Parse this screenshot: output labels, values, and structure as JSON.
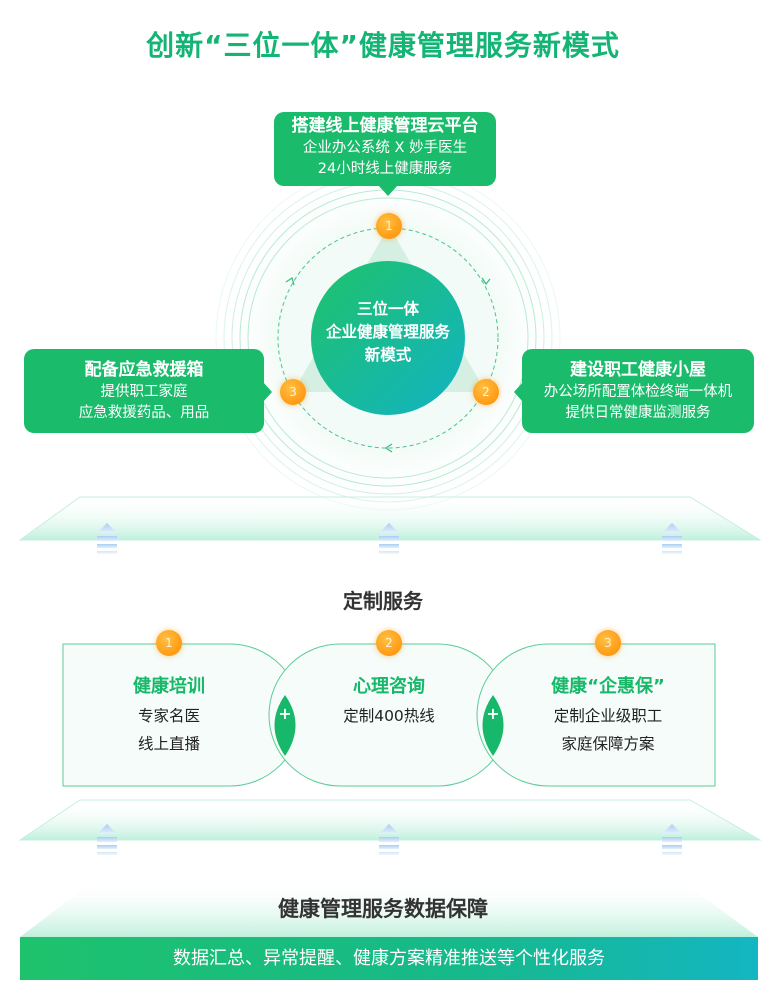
{
  "title": "创新“三位一体”健康管理服务新模式",
  "model": {
    "center": [
      "三位一体",
      "企业健康管理服务",
      "新模式"
    ],
    "top": {
      "badge": "1",
      "title": "搭建线上健康管理云平台",
      "lines": [
        "企业办公系统 X 妙手医生",
        "24小时线上健康服务"
      ]
    },
    "right": {
      "badge": "2",
      "title": "建设职工健康小屋",
      "lines": [
        "办公场所配置体检终端一体机",
        "提供日常健康监测服务"
      ]
    },
    "left": {
      "badge": "3",
      "title": "配备应急救援箱",
      "lines": [
        "提供职工家庭",
        "应急救援药品、用品"
      ]
    }
  },
  "custom": {
    "title": "定制服务",
    "items": [
      {
        "badge": "1",
        "title": "健康培训",
        "lines": [
          "专家名医",
          "线上直播"
        ]
      },
      {
        "badge": "2",
        "title": "心理咨询",
        "lines": [
          "定制400热线"
        ]
      },
      {
        "badge": "3",
        "title": "健康“企惠保”",
        "lines": [
          "定制企业级职工",
          "家庭保障方案"
        ]
      }
    ],
    "plus": "+"
  },
  "base": {
    "title": "健康管理服务数据保障",
    "band": "数据汇总、异常提醒、健康方案精准推送等个性化服务"
  },
  "colors": {
    "green": "#17b86a",
    "teal": "#14b6c2",
    "orange": "#ff9a10"
  }
}
